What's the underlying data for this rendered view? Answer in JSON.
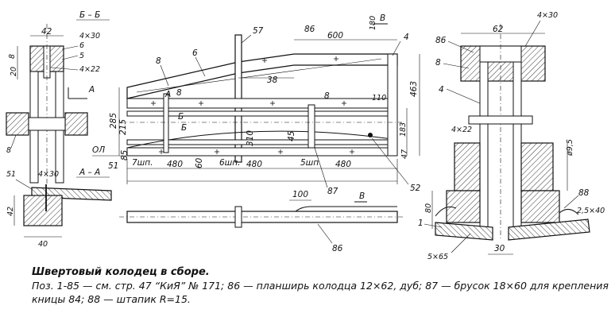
{
  "caption": {
    "title": "Швертовый колодец в сборе.",
    "text": "Поз. 1-85 — см. стр. 47 “КиЯ” № 171; 86 — планширь колодца 12×62, дуб; 87 — брусок 18×60 для крепления кницы 84; 88 — штапик R=15."
  },
  "section_bb": {
    "title": "Б – Б",
    "dims": [
      "42",
      "4×30",
      "8",
      "20",
      "6",
      "5",
      "4×22"
    ],
    "refs": [
      "8",
      "А"
    ]
  },
  "section_aa": {
    "title": "А – А",
    "dims": [
      "4×30",
      "42",
      "40"
    ],
    "refs": [
      "51"
    ]
  },
  "main_view": {
    "top_dims": [
      "57",
      "86",
      "600",
      "180",
      "В",
      "4",
      "8",
      "6",
      "38"
    ],
    "right_dims": [
      "463",
      "110",
      "183",
      "47",
      "52"
    ],
    "left_dims": [
      "285",
      "215",
      "85",
      "ОЛ",
      "51"
    ],
    "bottom_dims": [
      "7шп.",
      "480",
      "60",
      "6шп.",
      "480",
      "5шп",
      "480",
      "87"
    ],
    "inner": [
      "8",
      "А",
      "Б",
      "Б",
      "310",
      "45",
      "8"
    ]
  },
  "bottom_view": {
    "dims": [
      "100",
      "В",
      "86"
    ]
  },
  "section_vv": {
    "title": "В – В",
    "dims": [
      "62",
      "4×30",
      "86",
      "8",
      "4",
      "4×22",
      "ø9,5",
      "80",
      "88",
      "2,5×40",
      "1",
      "5×65",
      "30"
    ]
  }
}
